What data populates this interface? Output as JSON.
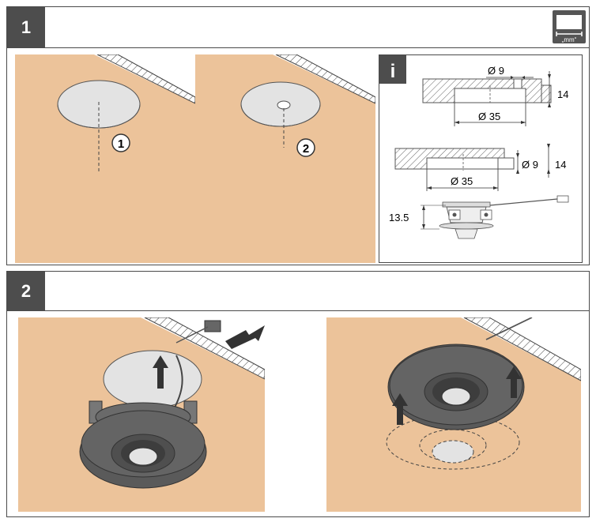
{
  "steps": [
    {
      "number": "1",
      "units_icon_label": "„mm“"
    },
    {
      "number": "2"
    }
  ],
  "step1": {
    "callout_1": "1",
    "callout_2": "2",
    "info_icon": "i",
    "info_panel": {
      "top_hole_diameter": "Ø 9",
      "top_depth": "14",
      "top_cutout_diameter": "Ø 35",
      "mid_hole_diameter": "Ø 9",
      "mid_depth": "14",
      "mid_cutout_diameter": "Ø 35",
      "housing_height": "13.5"
    }
  },
  "colors": {
    "wood": "#ecc39a",
    "hole": "#e3e3e3",
    "frame": "#4a4a4a",
    "badge": "#4d4d4d",
    "housing": "#5a5a5a",
    "housing_dark": "#3d3d3d"
  }
}
